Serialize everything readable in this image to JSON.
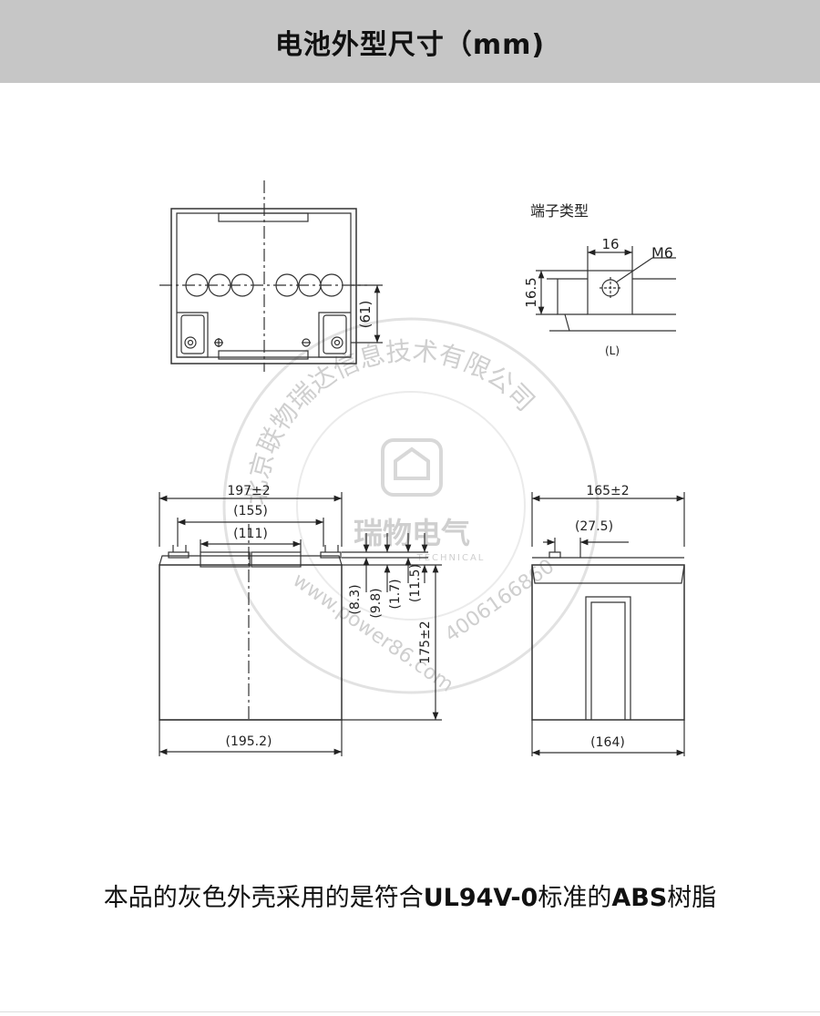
{
  "title": "电池外型尺寸（mm)",
  "terminal": {
    "heading": "端子类型",
    "width_label": "16",
    "bolt_label": "M6",
    "height_label": "16.5",
    "type_label": "(L)"
  },
  "top_view": {
    "offset_label": "(61)"
  },
  "front_view": {
    "overall_width": "197±2",
    "width_155": "(155)",
    "width_111": "(111)",
    "height_83": "(8.3)",
    "height_98": "(9.8)",
    "height_17": "(1.7)",
    "height_115": "(11.5)",
    "overall_height": "175±2",
    "base_width": "(195.2)"
  },
  "side_view": {
    "overall_depth": "165±2",
    "terminal_offset": "(27.5)",
    "base_depth": "(164)"
  },
  "watermark": {
    "ring_text": "北京联物瑞达信息技术有限公司",
    "brand": "瑞物电气",
    "brand_sub": "TECHNICAL",
    "url": "www.power86.com",
    "phone": "4006166860"
  },
  "caption": {
    "prefix": "本品的灰色外壳采用的是符合",
    "standard": "UL94V-0",
    "middle": "标准的",
    "material": "ABS",
    "suffix": "树脂"
  }
}
